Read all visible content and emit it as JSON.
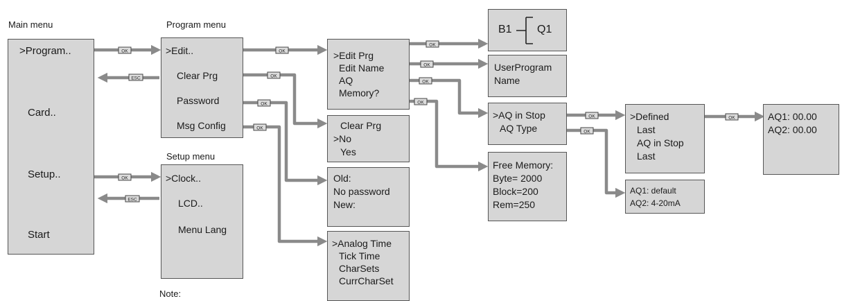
{
  "labels": {
    "main_menu": "Main menu",
    "program_menu": "Program menu",
    "setup_menu": "Setup menu",
    "note": "Note:"
  },
  "main_menu": {
    "program": ">Program..",
    "card": "Card..",
    "setup": "Setup..",
    "start": "Start"
  },
  "program_menu": {
    "edit": ">Edit..",
    "clear_prg": "Clear Prg",
    "password": "Password",
    "msg_config": "Msg Config"
  },
  "setup_menu": {
    "clock": ">Clock..",
    "lcd": "LCD..",
    "menu_lang": "Menu Lang"
  },
  "edit_menu": {
    "edit_prg": ">Edit Prg",
    "edit_name": "Edit Name",
    "aq": "AQ",
    "memory": "Memory?"
  },
  "ladder": {
    "input": "B1",
    "output": "Q1"
  },
  "program_name": {
    "line1": "UserProgram",
    "line2": "Name"
  },
  "aq_menu": {
    "aq_in_stop": ">AQ in Stop",
    "aq_type": "AQ Type"
  },
  "aq_stop_options": {
    "defined": ">Defined",
    "last": "Last",
    "aq_in_stop": "AQ in Stop",
    "last2": "Last"
  },
  "aq_values": {
    "aq1": "AQ1:  00.00",
    "aq2": "AQ2:  00.00"
  },
  "aq_types": {
    "aq1": "AQ1: default",
    "aq2": "AQ2: 4-20mA"
  },
  "clear_prg_dialog": {
    "title": "Clear Prg",
    "no": ">No",
    "yes": "Yes"
  },
  "password_dialog": {
    "old": "Old:",
    "no_password": "No password",
    "new": "New:"
  },
  "msg_config_menu": {
    "analog_time": ">Analog Time",
    "tick_time": "Tick Time",
    "charsets": "CharSets",
    "currcharset": "CurrCharSet"
  },
  "memory_info": {
    "title": "Free Memory:",
    "byte": "Byte= 2000",
    "block": "Block=200",
    "rem": "Rem=250"
  },
  "keys": {
    "ok": "OK",
    "esc": "ESC"
  },
  "colors": {
    "box_fill": "#d6d6d6",
    "arrow": "#8a8a8a",
    "key_fill": "#dcdcdc"
  }
}
